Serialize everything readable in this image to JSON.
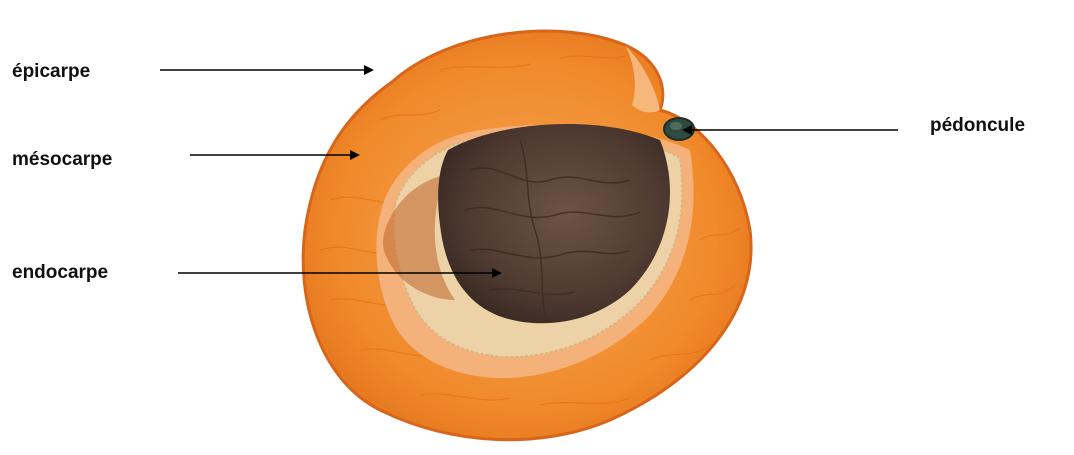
{
  "labels": {
    "epicarpe": "épicarpe",
    "mesocarpe": "mésocarpe",
    "endocarpe": "endocarpe",
    "pedoncule": "pédoncule"
  },
  "colors": {
    "epicarp": "#f07a18",
    "mesocarp": "#f28a2a",
    "mesocarp_inner": "#f4b27a",
    "endocarp_edge": "#ecd2a6",
    "stone": "#5b4238",
    "stone_dark": "#3e2c25",
    "stem": "#2f4a3e",
    "arrow": "#000000",
    "text": "#111111"
  }
}
